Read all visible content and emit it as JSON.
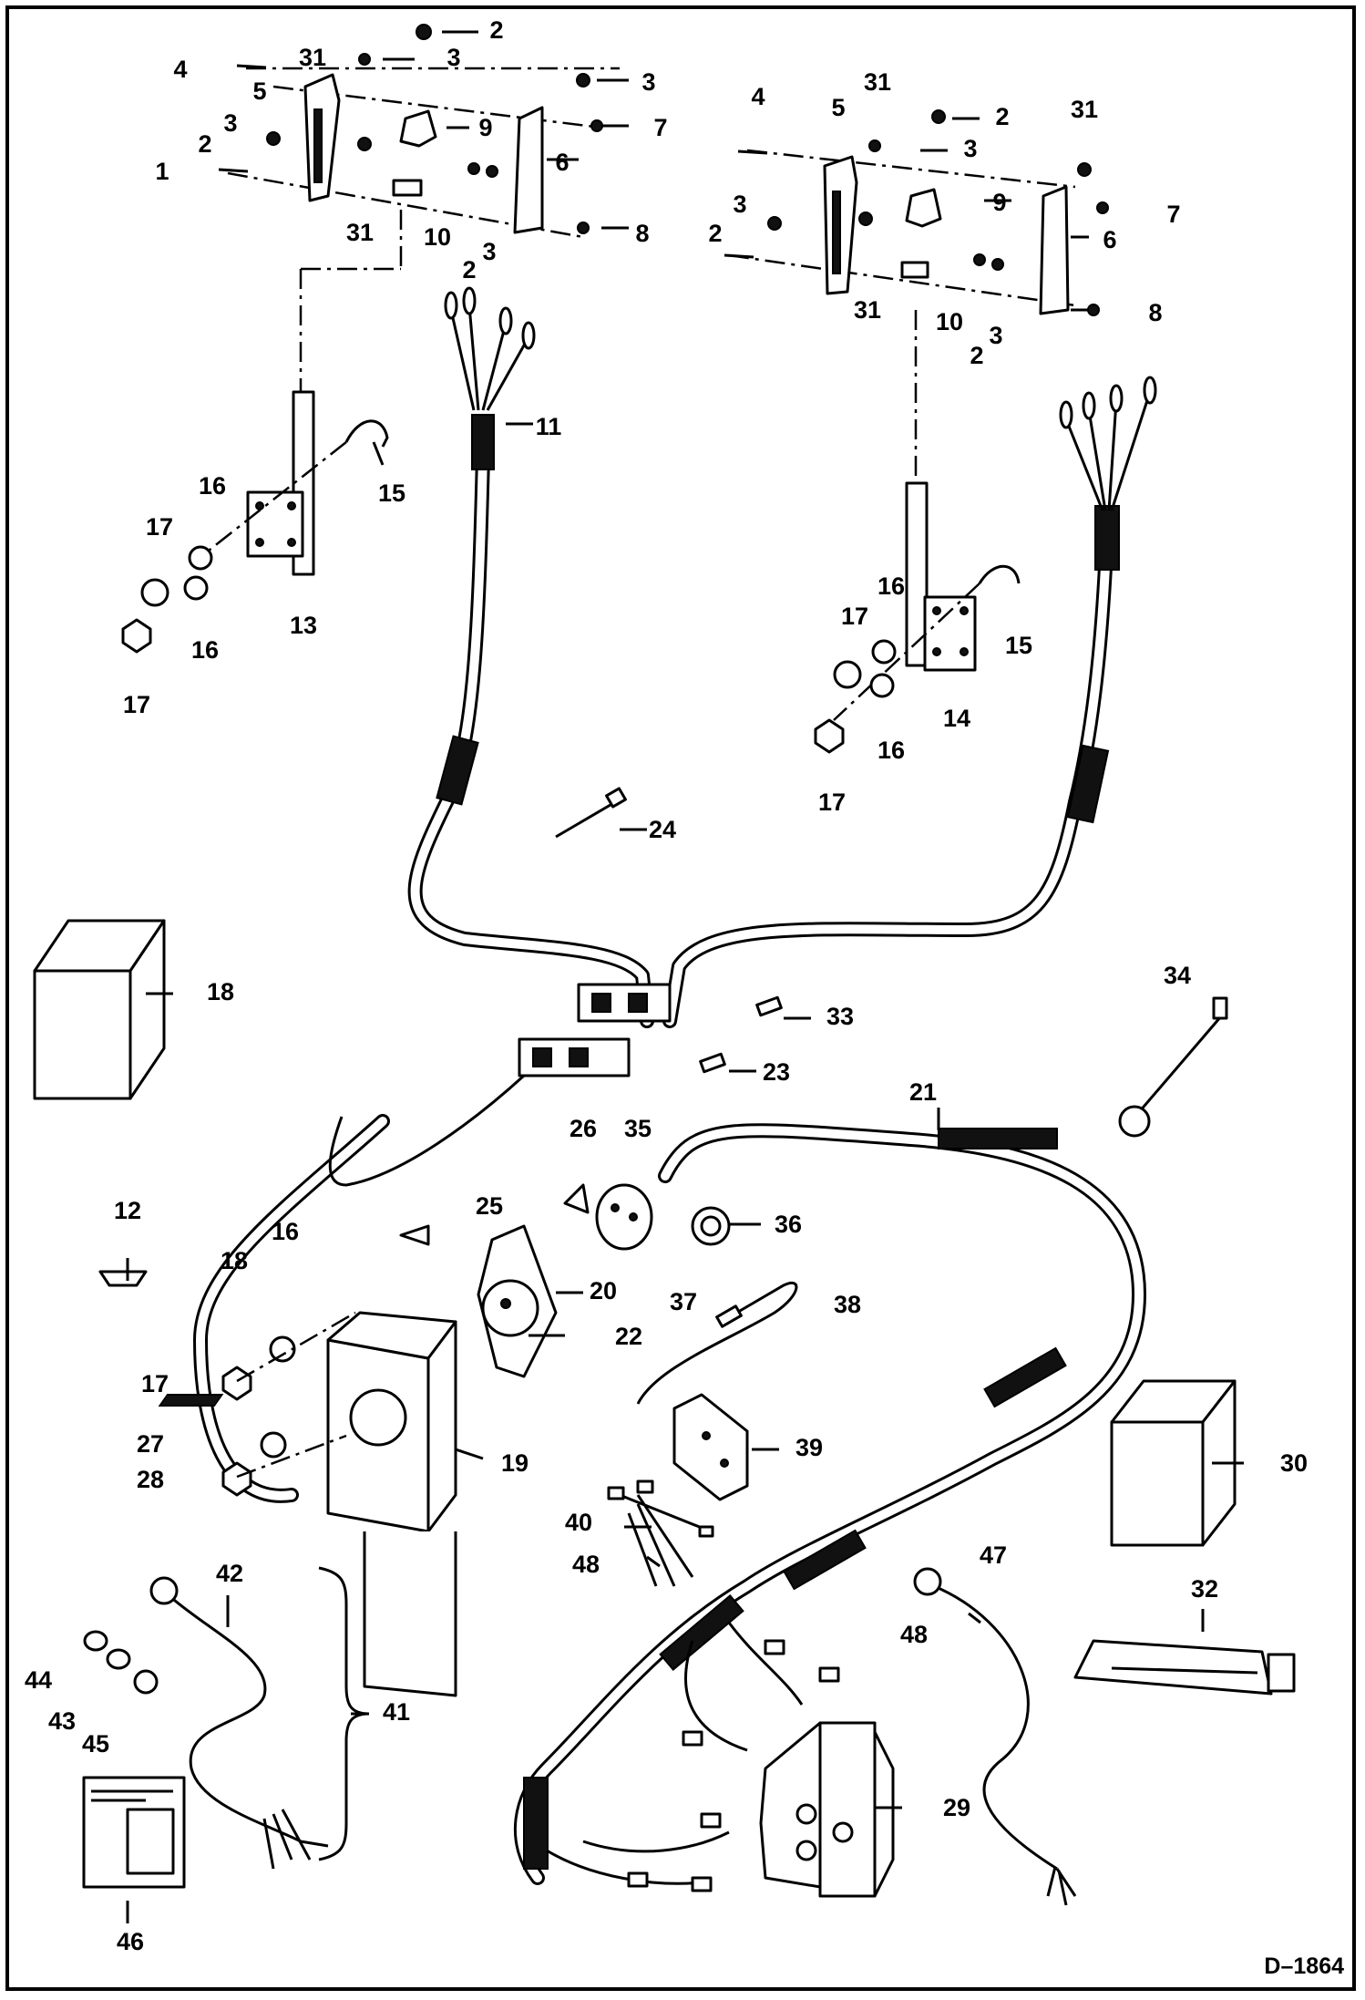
{
  "diagram": {
    "code": "D–1864",
    "callouts": [
      "1",
      "2",
      "3",
      "4",
      "5",
      "6",
      "7",
      "8",
      "9",
      "10",
      "11",
      "12",
      "13",
      "14",
      "15",
      "16",
      "17",
      "18",
      "19",
      "20",
      "21",
      "22",
      "23",
      "24",
      "25",
      "26",
      "27",
      "28",
      "29",
      "30",
      "31",
      "32",
      "33",
      "34",
      "35",
      "36",
      "37",
      "38",
      "39",
      "40",
      "41",
      "42",
      "43",
      "44",
      "45",
      "46",
      "47",
      "48"
    ]
  }
}
